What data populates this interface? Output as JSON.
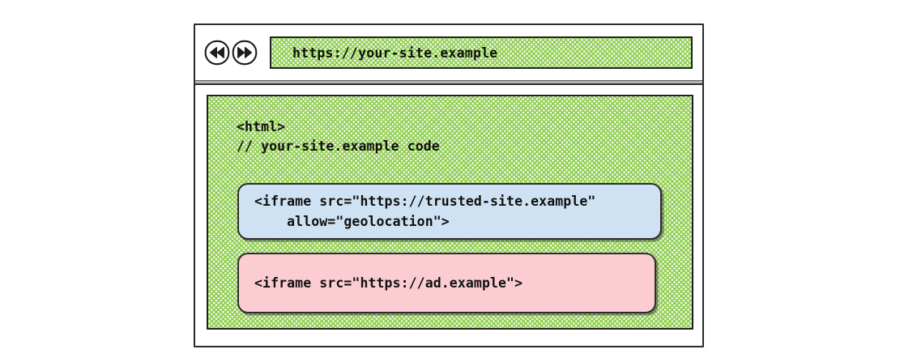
{
  "diagram": {
    "title": "Browser window with nested iframes",
    "colors": {
      "page_background": "#8ecd4e",
      "trusted_iframe": "#cfe2f3",
      "ad_iframe": "#fbcdd2",
      "stroke": "#2b2b2b",
      "canvas": "#ffffff",
      "separator": "#b4b4b4"
    }
  },
  "browser": {
    "toolbar": {
      "back_button": {
        "icon": "rewind-icon",
        "label": "Back"
      },
      "forward_button": {
        "icon": "fast-forward-icon",
        "label": "Forward"
      },
      "url_bar": {
        "value": "https://your-site.example",
        "placeholder": "https://your-site.example"
      }
    },
    "page": {
      "code_lines": [
        "<html>",
        "// your-site.example code"
      ],
      "iframes": [
        {
          "name": "trusted-site-iframe",
          "color": "#cfe2f3",
          "lines": [
            "<iframe src=\"https://trusted-site.example\"",
            "    allow=\"geolocation\">"
          ]
        },
        {
          "name": "ad-iframe",
          "color": "#fbcdd2",
          "lines": [
            "<iframe src=\"https://ad.example\">"
          ]
        }
      ]
    }
  }
}
